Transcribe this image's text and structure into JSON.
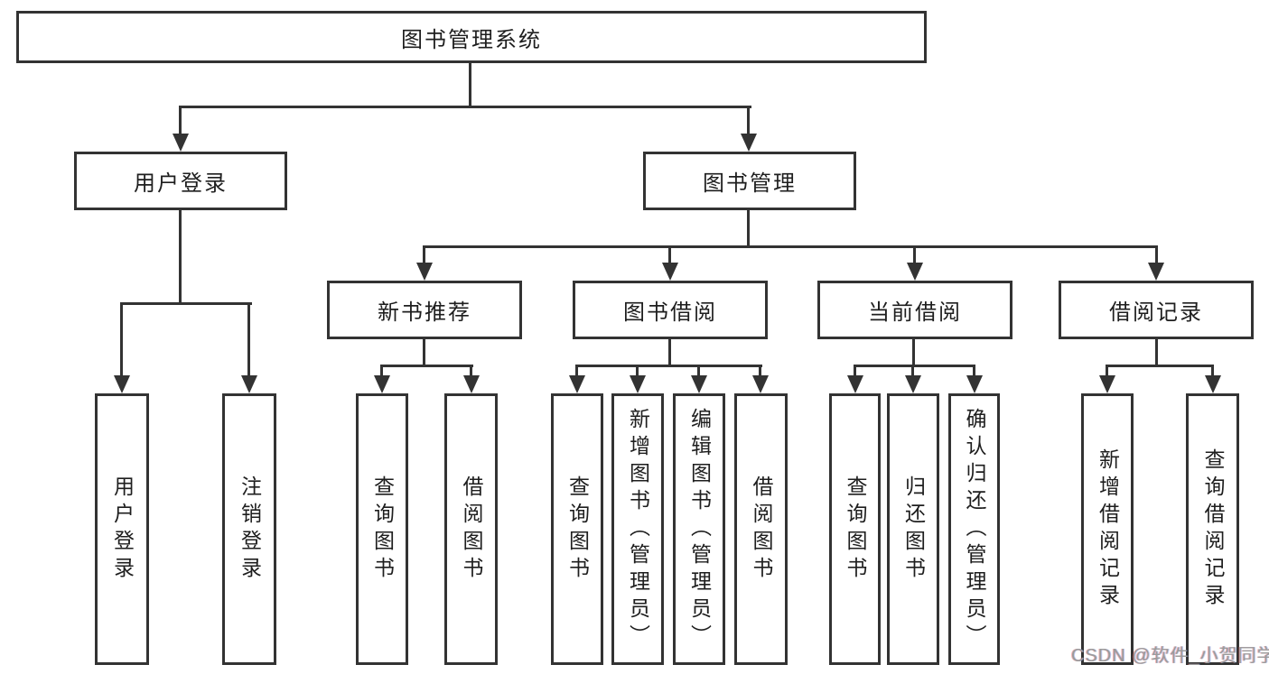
{
  "diagram": {
    "type": "hierarchy-tree",
    "nodes": {
      "root": "图书管理系统",
      "user_login": "用户登录",
      "book_mgmt": "图书管理",
      "new_book_rec": "新书推荐",
      "book_borrow": "图书借阅",
      "current_borrow": "当前借阅",
      "borrow_records": "借阅记录",
      "ul_user_login": "用户登录",
      "ul_logout": "注销登录",
      "nb_query_book": "查询图书",
      "nb_borrow_book": "借阅图书",
      "bb_query_book": "查询图书",
      "bb_add_book": "新增图书（管理员）",
      "bb_edit_book": "编辑图书（管理员）",
      "bb_borrow_book": "借阅图书",
      "cb_query_book": "查询图书",
      "cb_return_book": "归还图书",
      "cb_confirm_return": "确认归还（管理员）",
      "br_add_record": "新增借阅记录",
      "br_query_record": "查询借阅记录"
    },
    "colors": {
      "line": "#333333",
      "text": "#1e1e1e",
      "background": "#ffffff",
      "watermark": "#9b9b9b"
    }
  },
  "watermark": {
    "text": "CSDN @软件_小贺同学"
  }
}
